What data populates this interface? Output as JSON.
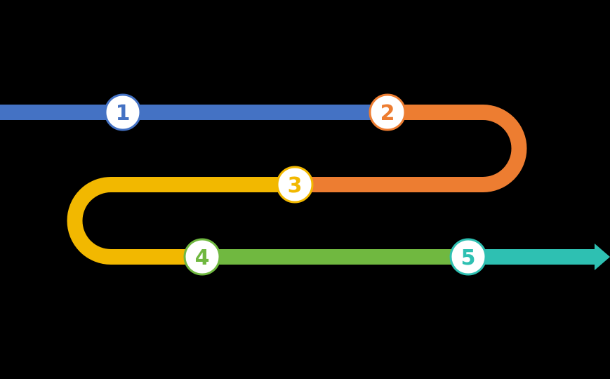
{
  "steps": [
    {
      "label": "1",
      "color": "#4472C4"
    },
    {
      "label": "2",
      "color": "#ED7D31"
    },
    {
      "label": "3",
      "color": "#F2B800"
    },
    {
      "label": "4",
      "color": "#70B840"
    },
    {
      "label": "5",
      "color": "#2EC0B2"
    }
  ]
}
